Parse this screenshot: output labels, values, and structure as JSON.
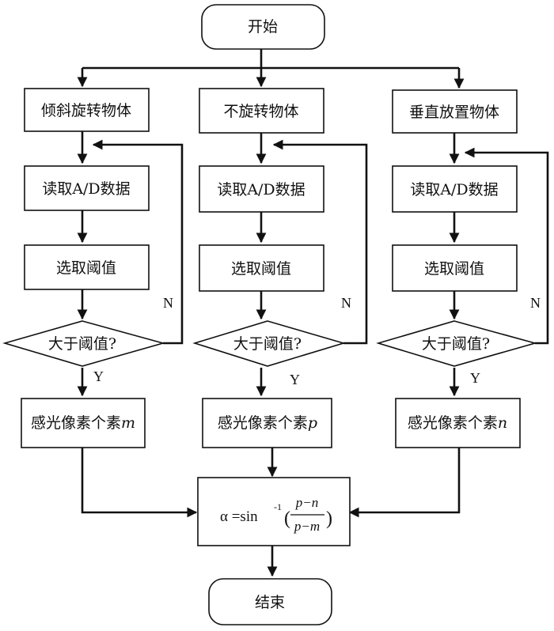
{
  "nodes": {
    "start": "开始",
    "end": "结束",
    "branches": [
      {
        "title": "倾斜旋转物体",
        "read": "读取A/D数据",
        "select": "选取阈值",
        "decision": "大于阈值?",
        "result_prefix": "感光像素个素",
        "result_var": "m"
      },
      {
        "title": "不旋转物体",
        "read": "读取A/D数据",
        "select": "选取阈值",
        "decision": "大于阈值?",
        "result_prefix": "感光像素个素",
        "result_var": "p"
      },
      {
        "title": "垂直放置物体",
        "read": "读取A/D数据",
        "select": "选取阈值",
        "decision": "大于阈值?",
        "result_prefix": "感光像素个素",
        "result_var": "n"
      }
    ],
    "formula": {
      "lhs": "α =sin",
      "exp": "-1",
      "open": "(",
      "numerator": "p−n",
      "denominator": "p−m",
      "close": ")"
    }
  },
  "edge_labels": {
    "yes": "Y",
    "no": "N"
  }
}
